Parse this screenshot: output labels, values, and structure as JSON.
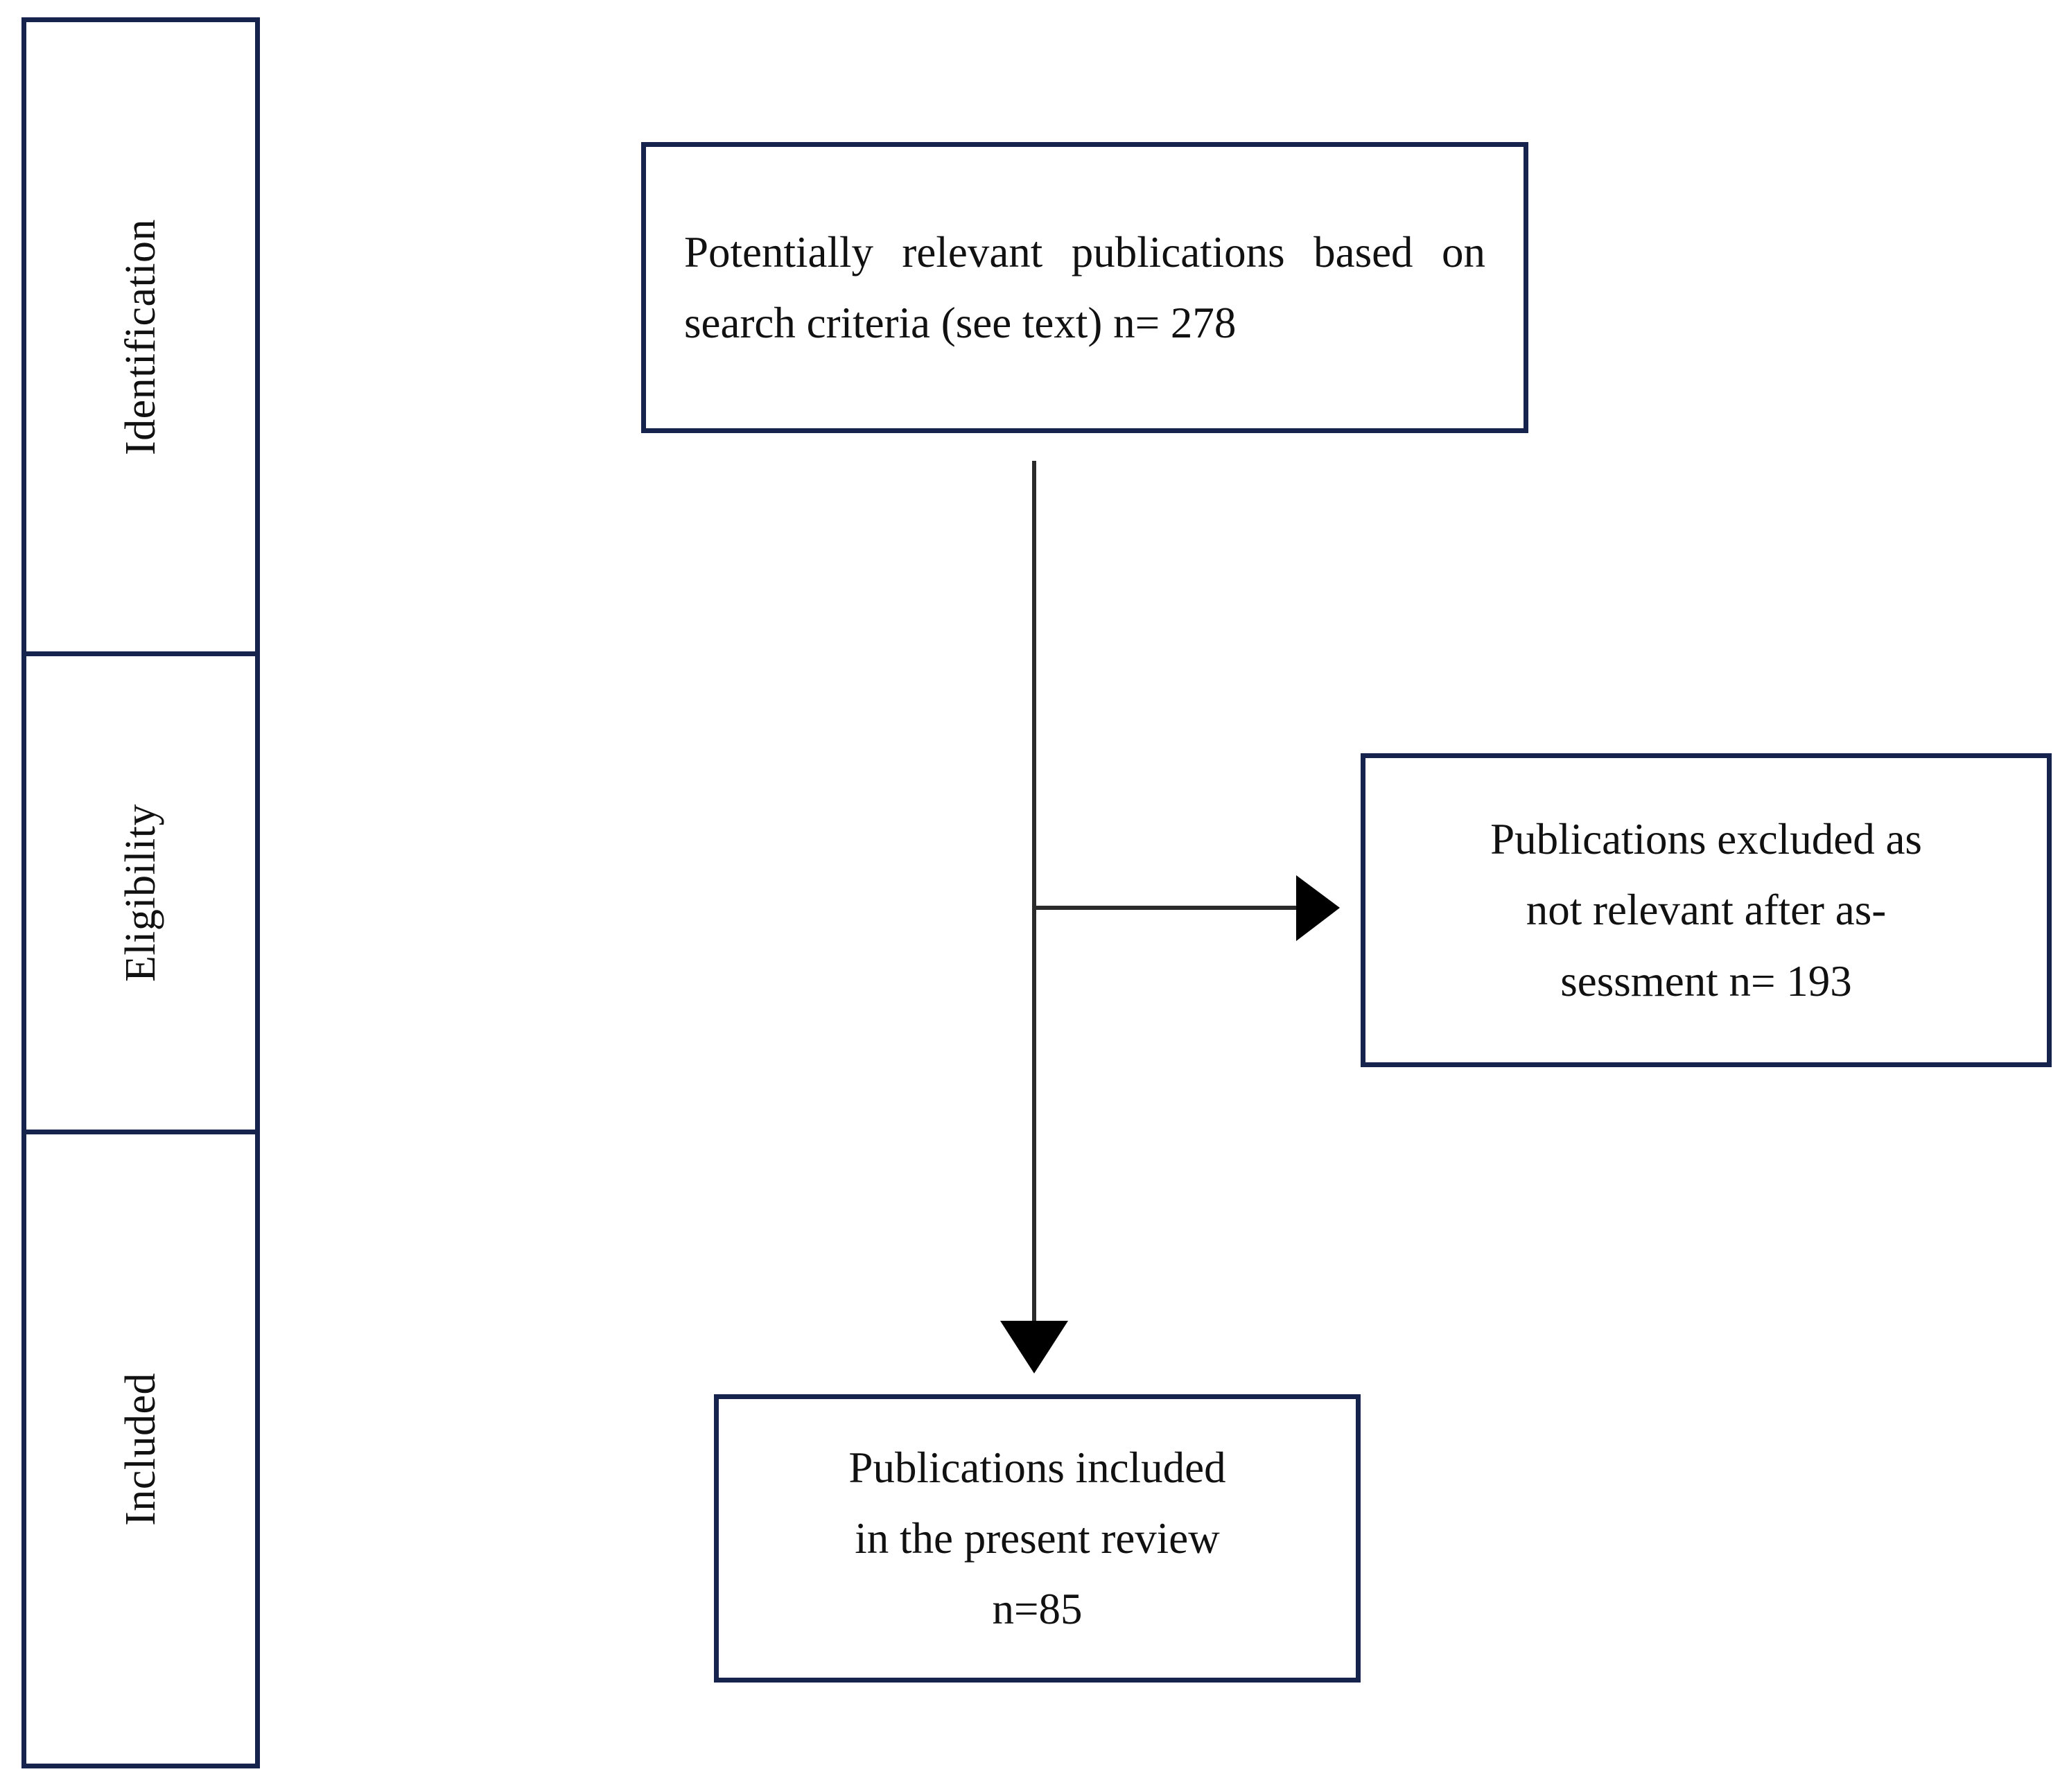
{
  "diagram": {
    "type": "prisma-flow-diagram",
    "stages": [
      {
        "id": "identification",
        "label": "Identification"
      },
      {
        "id": "eligibility",
        "label": "Eligibility"
      },
      {
        "id": "included",
        "label": "Included"
      }
    ],
    "boxes": {
      "identification": {
        "text": "Potentially relevant publications based on search criteria (see text) n= 278",
        "line1": "Potentially relevant publications",
        "line2": "based on search criteria (see text)",
        "line3": "n= 278",
        "count": 278,
        "align": "justify"
      },
      "excluded": {
        "text": "Publications excluded as not relevant after assessment n= 193",
        "line1": "Publications excluded as",
        "line2": "not relevant after as-",
        "line3": "sessment n= 193",
        "count": 193,
        "align": "center"
      },
      "included": {
        "text": "Publications included in the present review n=85",
        "line1": "Publications included",
        "line2": "in the present review",
        "line3": "n=85",
        "count": 85,
        "align": "center"
      }
    },
    "colors": {
      "border": "#16244d",
      "text": "#111111",
      "connector": "#2b2b2b",
      "background": "#ffffff"
    }
  }
}
